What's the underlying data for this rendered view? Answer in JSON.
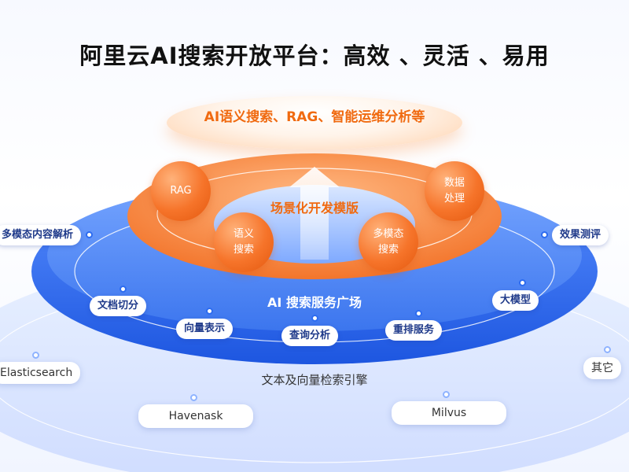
{
  "title": "阿里云AI搜索开放平台：高效 、灵活 、易用",
  "top_band": "AI语义搜索、RAG、智能运维分析等",
  "scenario": {
    "label": "场景化开发模版",
    "bubbles": [
      "RAG",
      "数据\n处理",
      "语义\n搜索",
      "多模态\n搜索"
    ]
  },
  "service_plaza": {
    "label": "AI 搜索服务广场",
    "items": [
      "多模态内容解析",
      "效果测评",
      "文档切分",
      "大模型",
      "向量表示",
      "查询分析",
      "重排服务"
    ]
  },
  "engine": {
    "label": "文本及向量检索引擎",
    "items": [
      "Elasticsearch",
      "其它",
      "Havenask",
      "Milvus"
    ]
  },
  "colors": {
    "orange_accent": "#f06a10",
    "blue_ring": "#2f6df2",
    "light_blue_ring": "#cfe0ff"
  }
}
